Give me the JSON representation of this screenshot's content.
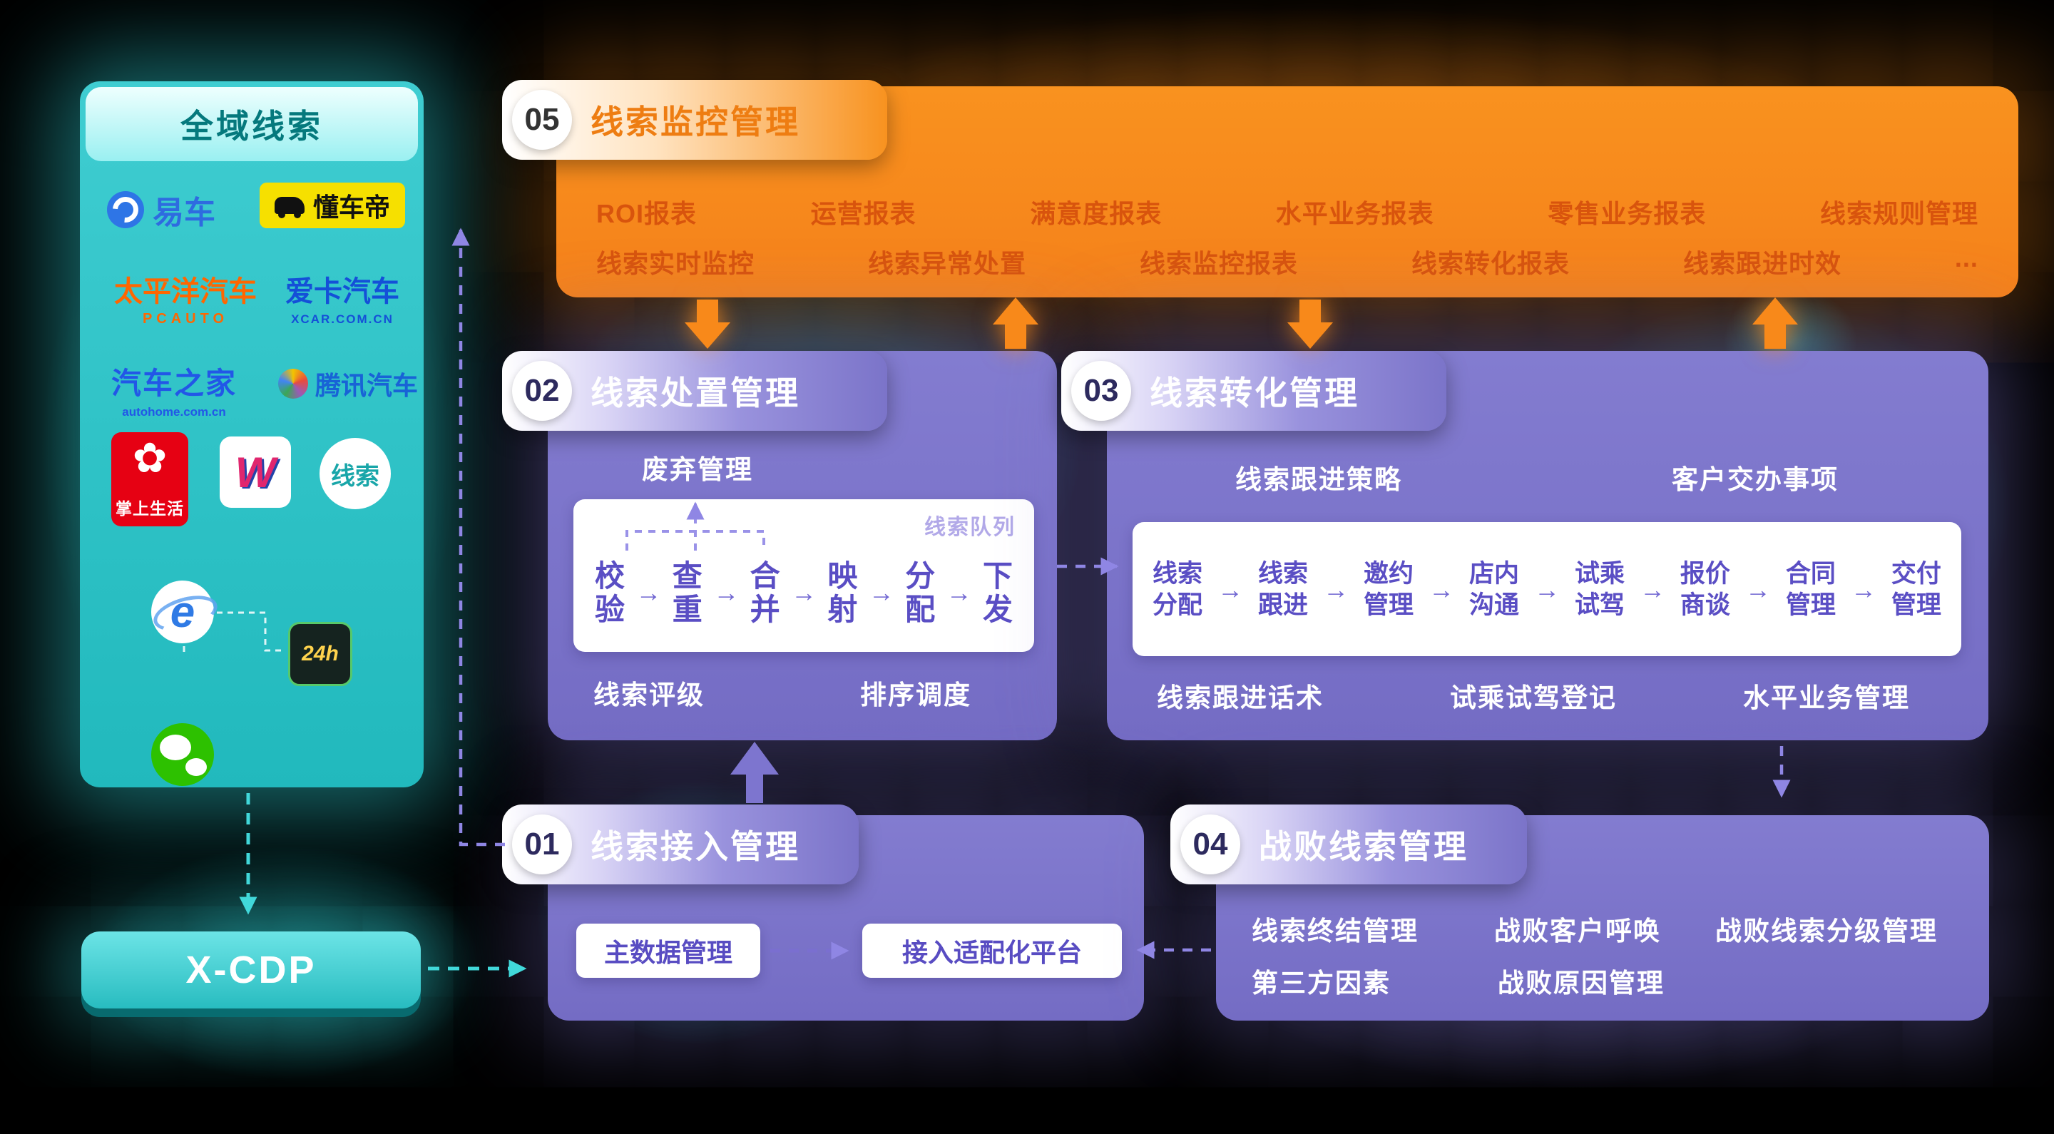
{
  "colors": {
    "teal": "#2cc3c6",
    "orange": "#f8891a",
    "purple": "#7b74c9",
    "purple_text": "#584cc2"
  },
  "icons": {
    "arrow_right": "→"
  },
  "source_panel": {
    "title": "全域线索",
    "logos": {
      "yiche": "易车",
      "dongchedi": "懂车帝",
      "pcauto": "太平洋汽车",
      "pcauto_sub": "PCAUTO",
      "xcar": "爱卡汽车",
      "xcar_sub": "XCAR.COM.CN",
      "autohome": "汽车之家",
      "autohome_sub": "autohome.com.cn",
      "tencent": "腾讯汽车",
      "zhangshang_flower": "✿",
      "zhangshang": "掌上生活",
      "wlogo": "W",
      "xiansuo": "线索",
      "ie": "e",
      "h24": "24h"
    }
  },
  "xcdp": {
    "label": "X-CDP"
  },
  "panel05": {
    "number": "05",
    "title": "线索监控管理",
    "row1": [
      "ROI报表",
      "运营报表",
      "满意度报表",
      "水平业务报表",
      "零售业务报表",
      "线索规则管理"
    ],
    "row2": [
      "线索实时监控",
      "线索异常处置",
      "线索监控报表",
      "线索转化报表",
      "线索跟进时效",
      "..."
    ]
  },
  "panel02": {
    "number": "02",
    "title": "线索处置管理",
    "discard_label": "废弃管理",
    "queue_label": "线索队列",
    "steps": [
      "校\n验",
      "查\n重",
      "合\n并",
      "映\n射",
      "分\n配",
      "下\n发"
    ],
    "bottom_left": "线索评级",
    "bottom_right": "排序调度"
  },
  "panel03": {
    "number": "03",
    "title": "线索转化管理",
    "top_left": "线索跟进策略",
    "top_right": "客户交办事项",
    "steps": [
      "线索\n分配",
      "线索\n跟进",
      "邀约\n管理",
      "店内\n沟通",
      "试乘\n试驾",
      "报价\n商谈",
      "合同\n管理",
      "交付\n管理"
    ],
    "bottom": [
      "线索跟进话术",
      "试乘试驾登记",
      "水平业务管理"
    ]
  },
  "panel01": {
    "number": "01",
    "title": "线索接入管理",
    "box1": "主数据管理",
    "box2": "接入适配化平台"
  },
  "panel04": {
    "number": "04",
    "title": "战败线索管理",
    "row1": [
      "线索终结管理",
      "战败客户呼唤",
      "战败线索分级管理"
    ],
    "row2": [
      "第三方因素",
      "战败原因管理"
    ]
  }
}
